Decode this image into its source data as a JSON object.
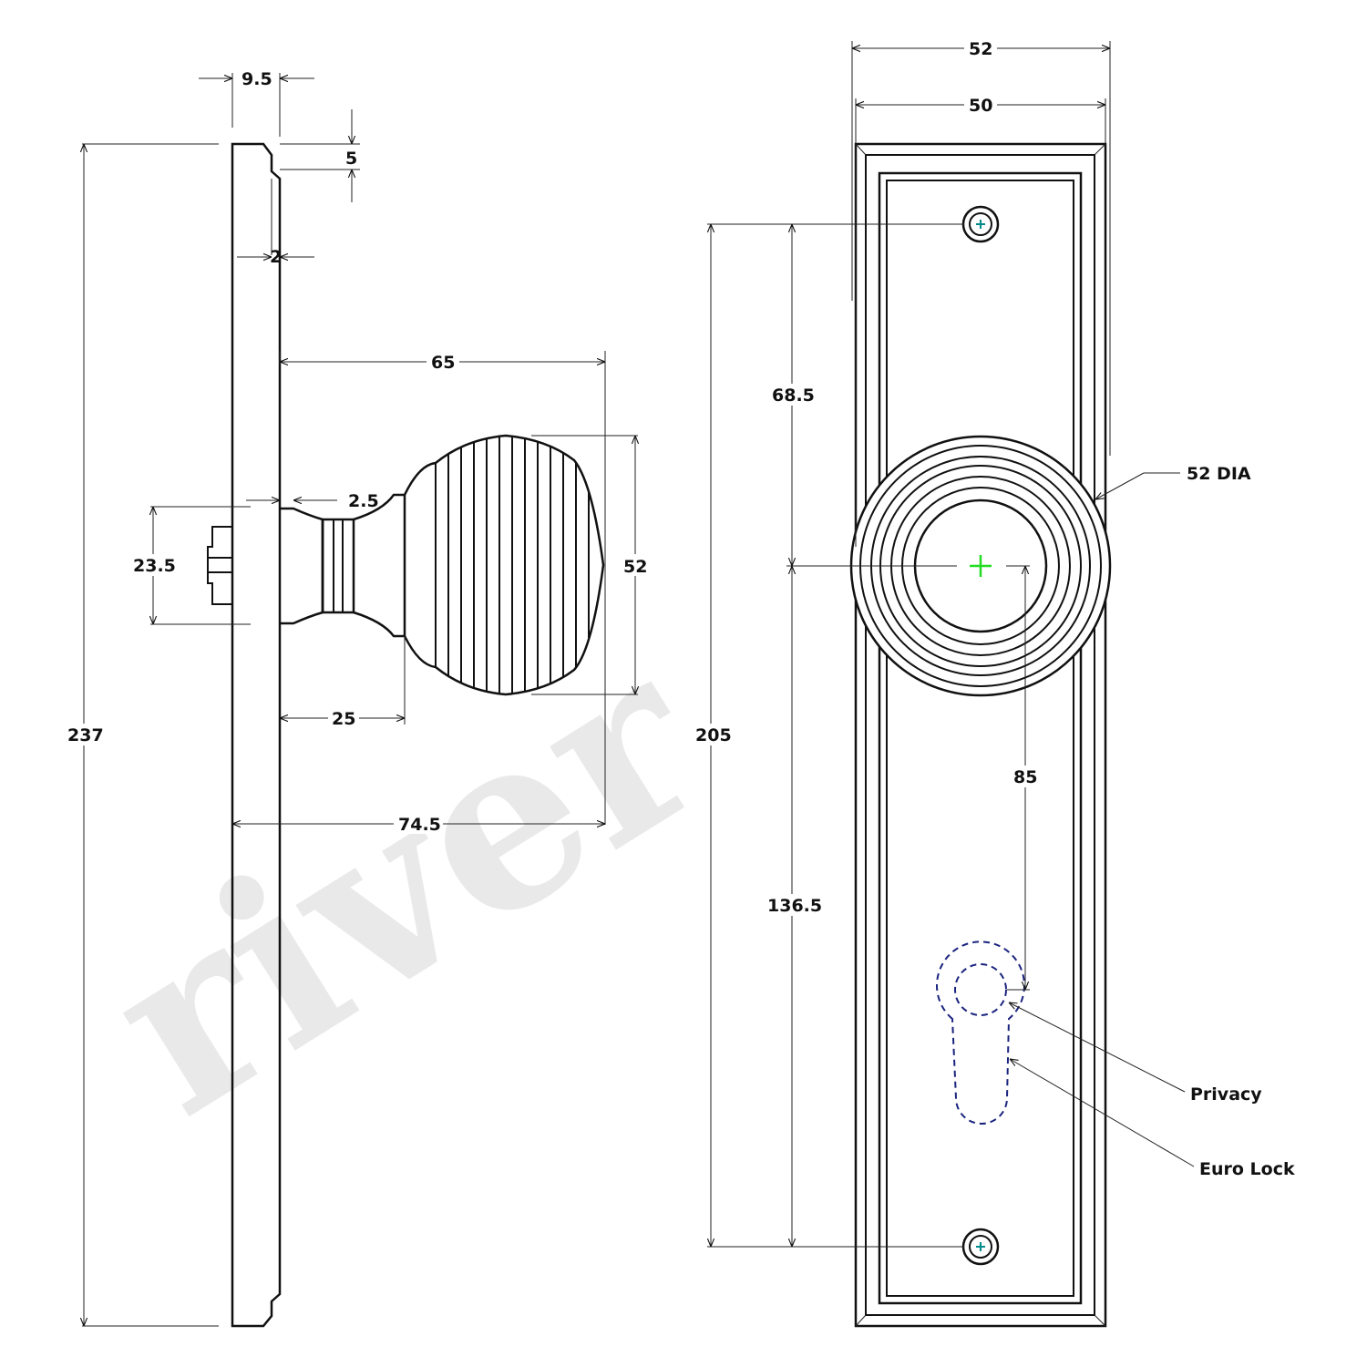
{
  "watermark": {
    "text": "river"
  },
  "side_view": {
    "dim_face_offset": "9.5",
    "dim_chamfer": "5",
    "dim_step": "2",
    "dim_plate_height": "237",
    "dim_knob_reach": "65",
    "dim_rose_gap": "2.5",
    "dim_spindle_block": "23.5",
    "dim_knob_dia_side": "52",
    "dim_neck_length": "25",
    "dim_total_projection": "74.5"
  },
  "front_view": {
    "dim_outer_width": "52",
    "dim_inner_width": "50",
    "dim_hole_centres": "205",
    "dim_top_to_knob": "68.5",
    "dim_knob_to_bottom": "136.5",
    "dim_knob_to_lock": "85",
    "dim_knob_dia": "52 DIA",
    "callout_privacy": "Privacy",
    "callout_euro_lock": "Euro Lock"
  },
  "colors": {
    "line": "#111111",
    "watermark": "#e9e9e9",
    "centre_mark": "#22dd22",
    "screw_mark": "#008a8a",
    "lock_outline": "#1a237e"
  }
}
